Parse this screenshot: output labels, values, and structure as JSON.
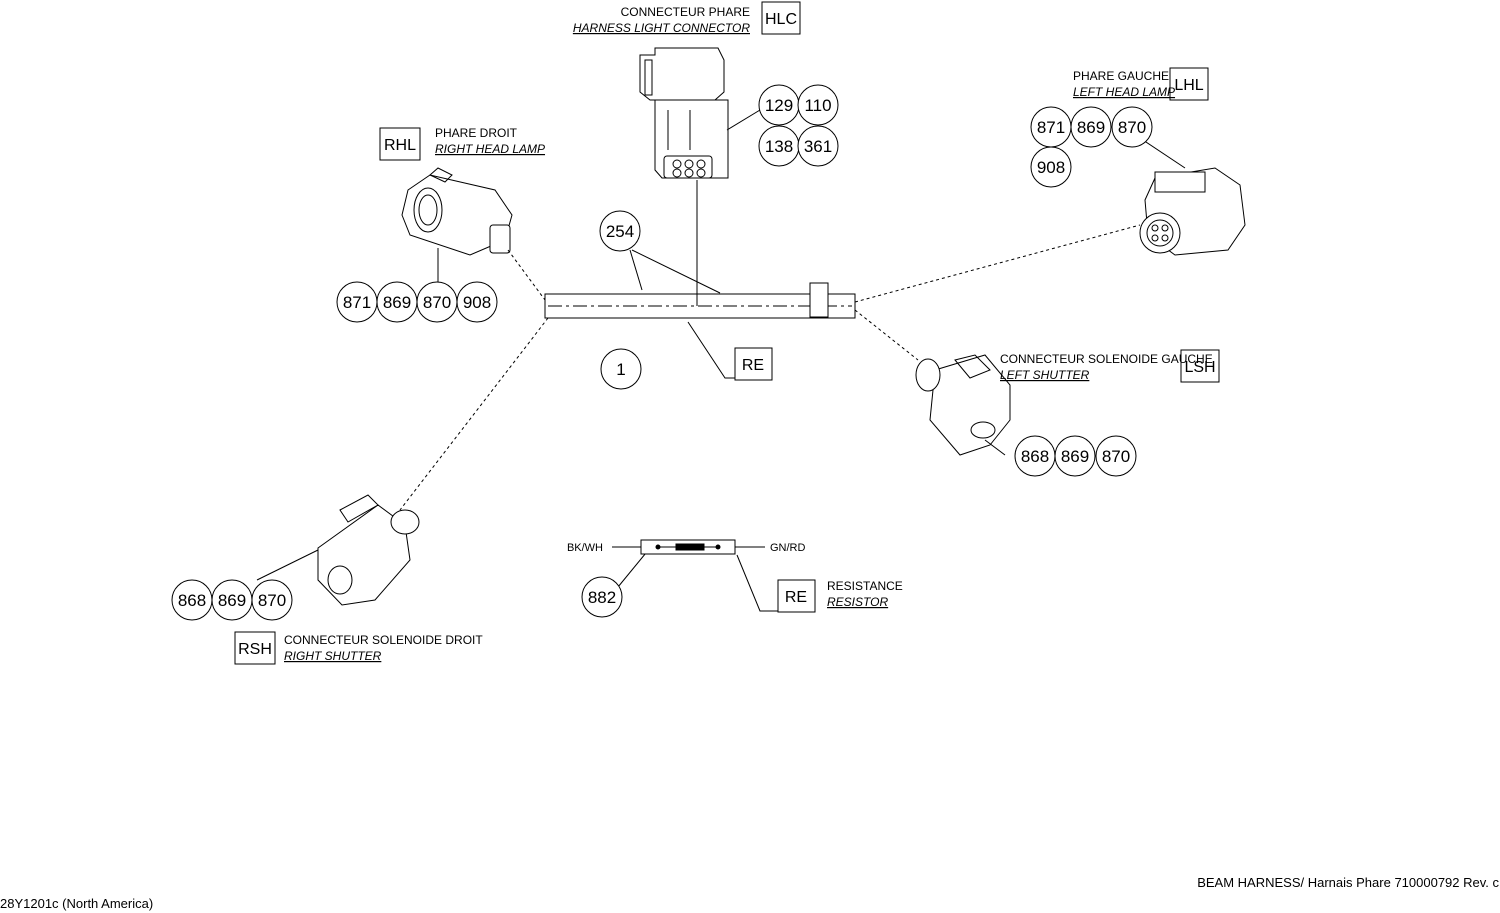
{
  "connectors": {
    "hlc": {
      "code": "HLC",
      "name_fr": "CONNECTEUR PHARE",
      "name_en": "HARNESS LIGHT CONNECTOR",
      "parts": [
        "129",
        "110",
        "138",
        "361"
      ]
    },
    "rhl": {
      "code": "RHL",
      "name_fr": "PHARE DROIT",
      "name_en": "RIGHT HEAD LAMP",
      "parts": [
        "871",
        "869",
        "870",
        "908"
      ]
    },
    "lhl": {
      "code": "LHL",
      "name_fr": "PHARE GAUCHE",
      "name_en": "LEFT HEAD LAMP",
      "parts": [
        "871",
        "869",
        "870",
        "908"
      ]
    },
    "lsh": {
      "code": "LSH",
      "name_fr": "CONNECTEUR SOLENOIDE GAUCHE",
      "name_en": "LEFT SHUTTER",
      "parts": [
        "868",
        "869",
        "870"
      ]
    },
    "rsh": {
      "code": "RSH",
      "name_fr": "CONNECTEUR SOLENOIDE DROIT",
      "name_en": "RIGHT SHUTTER",
      "parts": [
        "868",
        "869",
        "870"
      ]
    }
  },
  "harness": {
    "item": "1",
    "tape_part": "254",
    "resistor_code": "RE"
  },
  "resistor_detail": {
    "wire_left": "BK/WH",
    "wire_right": "GN/RD",
    "part": "882",
    "code": "RE",
    "name_fr": "RESISTANCE",
    "name_en": "RESISTOR"
  },
  "footer": {
    "title": "BEAM HARNESS/ Harnais Phare 710000792 Rev. c",
    "code": "28Y1201c (North America)"
  }
}
